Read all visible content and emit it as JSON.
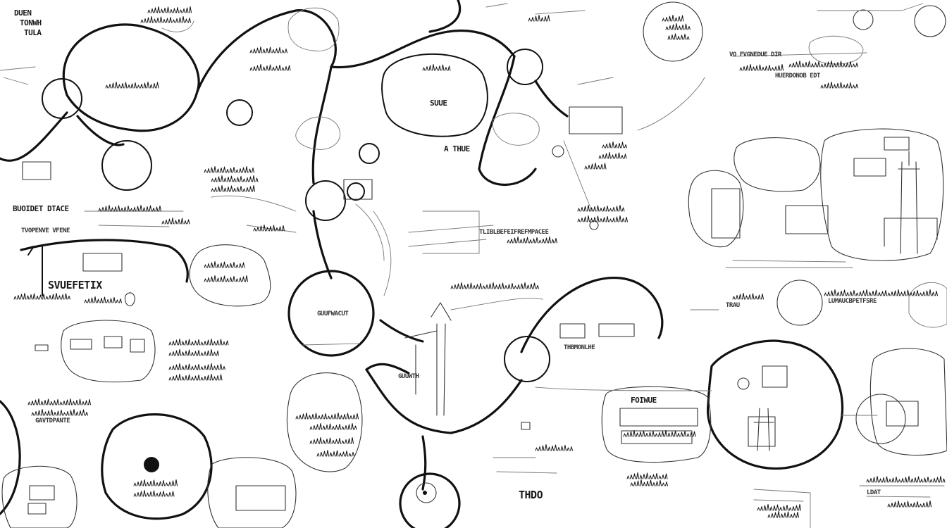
{
  "labels": {
    "top_left_a": "DUEN",
    "top_left_b": "TONWH",
    "top_left_c": "TULA",
    "mid_left_title": "SVUEFETIX",
    "left_row": "BUOIDET DTACE",
    "left_row_b": "TVOPENVE VFENE",
    "center_top": "SUUE",
    "center_note": "A THUE",
    "center_circle": "GUUFWACUT",
    "center_branch": "GUUWTH",
    "bottom_center": "THDO",
    "right_top_a": "VO FVGNEDUE DIR",
    "right_top_b": "HUERDONOB EDT",
    "right_mid": "LUMAUCBPETFSRE",
    "right_mid_b": "TRAU",
    "mid_right_box": "FOIWUE",
    "mid_right_row": "THBMONLHE",
    "center_right_row": "TLIBLBEFEIFREFMPACEE",
    "bottom_left_text": "GAVTDPANTE",
    "bottom_right_text": "LDAT"
  }
}
